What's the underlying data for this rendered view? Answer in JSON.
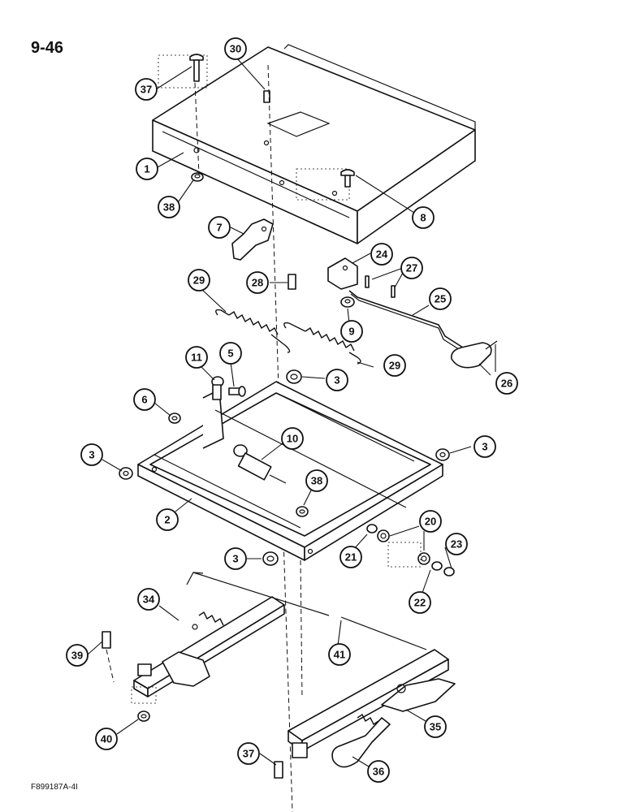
{
  "page_number": "9-46",
  "figure_code": "F899187A-4I",
  "callouts": [
    "37",
    "30",
    "1",
    "38",
    "7",
    "8",
    "24",
    "27",
    "28",
    "29",
    "25",
    "9",
    "26",
    "11",
    "5",
    "3",
    "6",
    "10",
    "38",
    "20",
    "2",
    "21",
    "23",
    "22",
    "34",
    "41",
    "39",
    "35",
    "40",
    "37",
    "36",
    "29",
    "3",
    "3",
    "3"
  ]
}
